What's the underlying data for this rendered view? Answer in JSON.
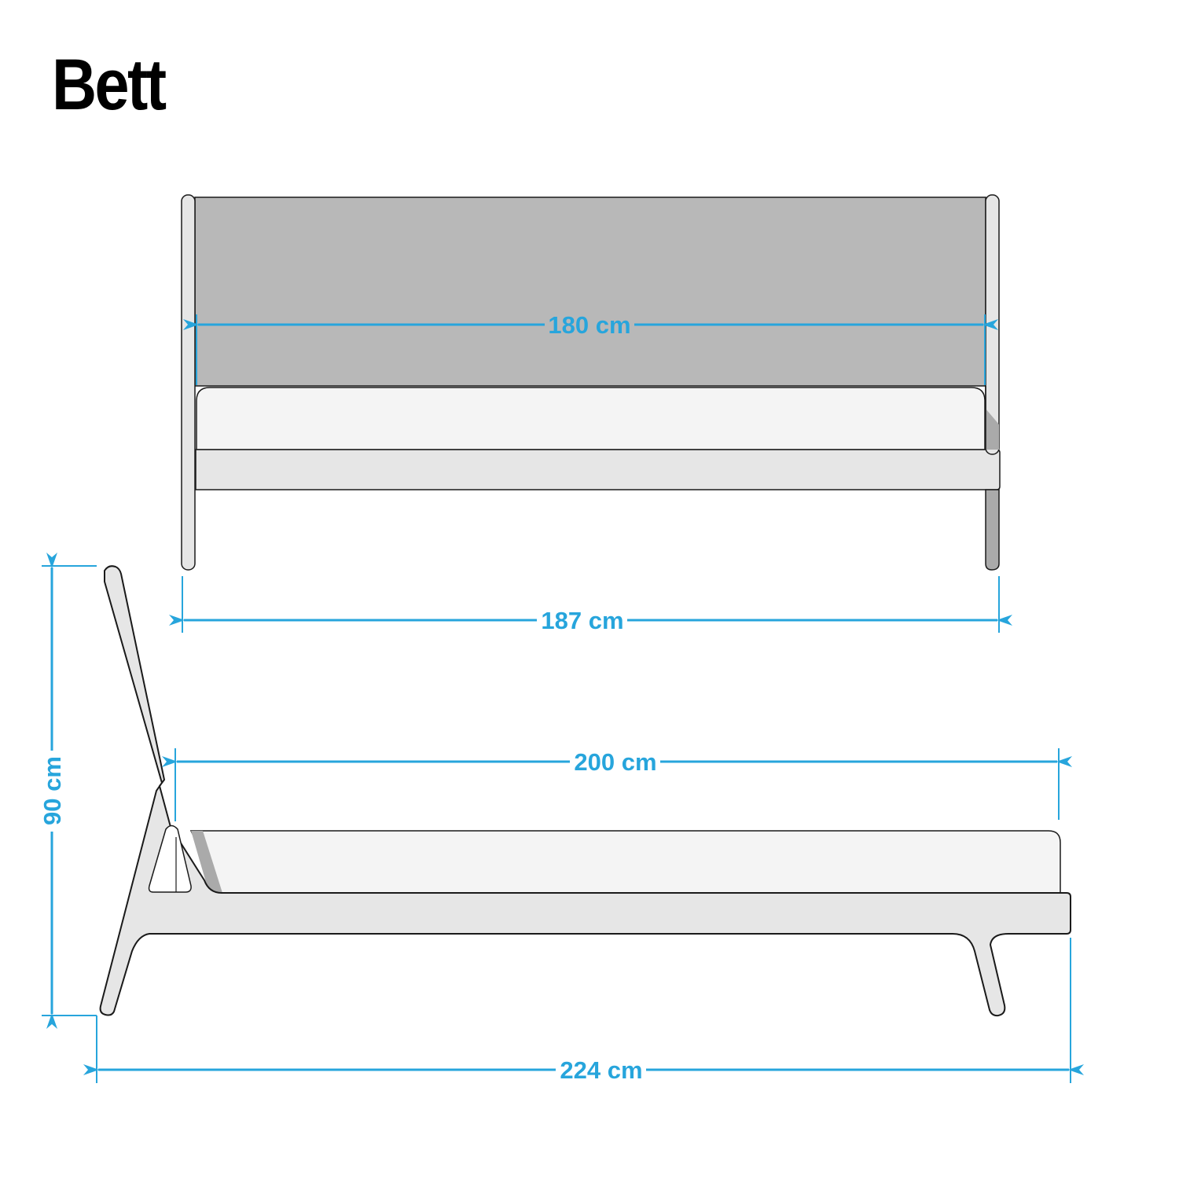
{
  "title": "Bett",
  "colors": {
    "dimension": "#27a5dc",
    "outline": "#1a1a1a",
    "headboard_fill": "#b8b8b8",
    "frame_fill": "#e6e6e6",
    "mattress_fill": "#f4f4f4",
    "shadow_fill": "#aaaaaa"
  },
  "front_view": {
    "headboard_inner_width": "180 cm",
    "overall_width": "187 cm"
  },
  "side_view": {
    "mattress_length": "200 cm",
    "height": "90 cm",
    "overall_length": "224 cm"
  }
}
